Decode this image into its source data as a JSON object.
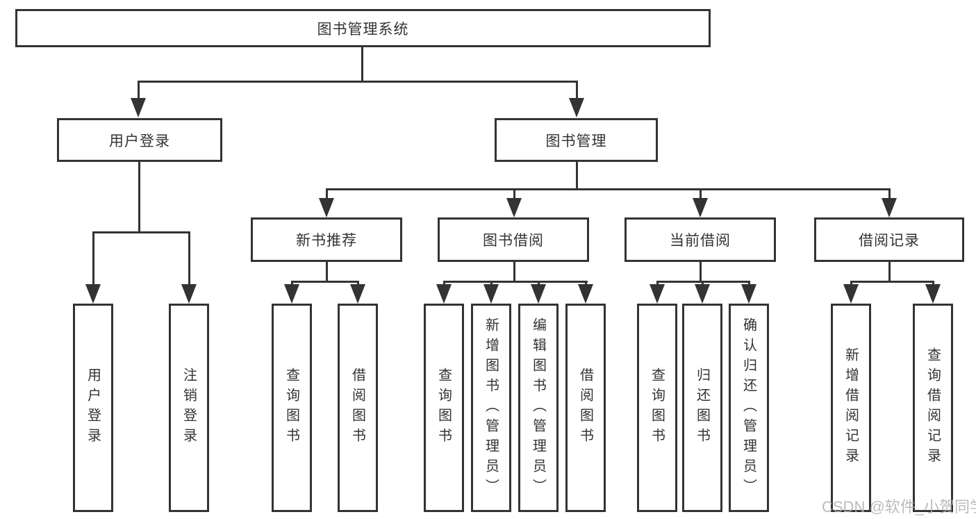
{
  "nodes": {
    "root": "图书管理系统",
    "user_login": "用户登录",
    "book_mgmt": "图书管理",
    "new_books": "新书推荐",
    "book_borrow": "图书借阅",
    "current_borrow": "当前借阅",
    "borrow_records": "借阅记录",
    "ul_user_login": "用户登录",
    "ul_logout": "注销登录",
    "nb_query_books": "查询图书",
    "nb_borrow_books": "借阅图书",
    "bb_query_books": "查询图书",
    "bb_add_books_admin": "新增图书（管理员）",
    "bb_edit_books_admin": "编辑图书（管理员）",
    "bb_borrow_books": "借阅图书",
    "cb_query_books": "查询图书",
    "cb_return_books": "归还图书",
    "cb_confirm_return_admin": "确认归还（管理员）",
    "br_add_record": "新增借阅记录",
    "br_query_record": "查询借阅记录"
  },
  "watermark": "CSDN @软件_小贺同学",
  "colors": {
    "line": "#333333",
    "text": "#333333",
    "watermark": "#b0b0b0",
    "background": "#ffffff"
  }
}
